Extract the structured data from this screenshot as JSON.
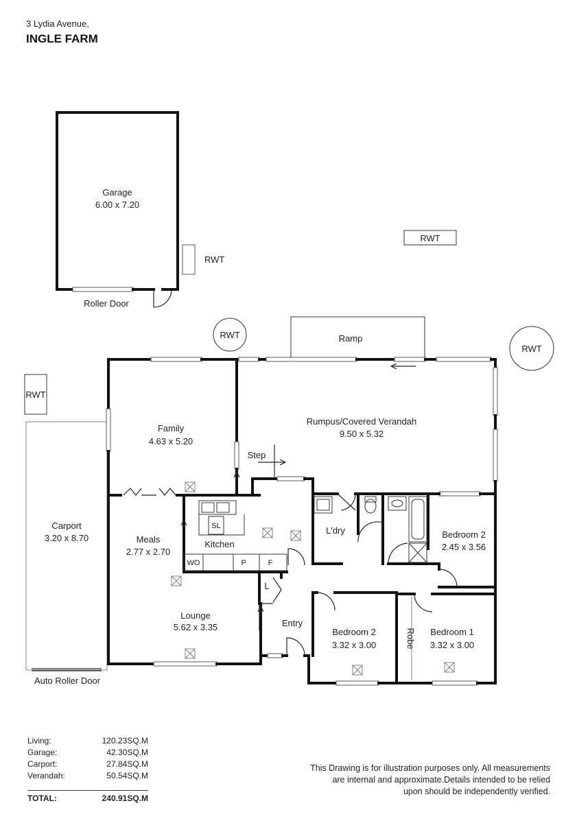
{
  "header": {
    "address": "3 Lydia Avenue,",
    "suburb": "INGLE FARM"
  },
  "rooms": {
    "garage": {
      "name": "Garage",
      "size": "6.00 x 7.20"
    },
    "rumpus": {
      "name": "Rumpus/Covered Verandah",
      "size": "9.50 x 5.32"
    },
    "family": {
      "name": "Family",
      "size": "4.63 x 5.20"
    },
    "carport": {
      "name": "Carport",
      "size": "3.20 x 8.70"
    },
    "meals": {
      "name": "Meals",
      "size": "2.77 x 2.70"
    },
    "kitchen": {
      "name": "Kitchen"
    },
    "lounge": {
      "name": "Lounge",
      "size": "5.62 x 3.35"
    },
    "entry": {
      "name": "Entry"
    },
    "laundry": {
      "name": "L'dry"
    },
    "bedroom_2a": {
      "name": "Bedroom 2",
      "size": "2.45 x 3.56"
    },
    "bedroom_2b": {
      "name": "Bedroom 2",
      "size": "3.32 x 3.00"
    },
    "bedroom_1": {
      "name": "Bedroom 1",
      "size": "3.32 x 3.00"
    },
    "robe": {
      "name": "Robe"
    },
    "ramp": {
      "name": "Ramp"
    },
    "step": {
      "name": "Step"
    }
  },
  "labels": {
    "roller_door": "Roller Door",
    "auto_roller_door": "Auto Roller Door",
    "rwt": "RWT",
    "sink": "SL",
    "wall_oven": "WO",
    "pantry": "P",
    "fridge": "F",
    "linen": "L"
  },
  "areas": [
    {
      "label": "Living:",
      "value": "120.23SQ.M"
    },
    {
      "label": "Garage:",
      "value": "42.30SQ.M"
    },
    {
      "label": "Carport:",
      "value": "27.84SQ.M"
    },
    {
      "label": "Verandah:",
      "value": "50.54SQ.M"
    }
  ],
  "total": {
    "label": "TOTAL:",
    "value": "240.91SQ.M"
  },
  "disclaimer": {
    "line1": "This Drawing is for illustration purposes only. All measurements",
    "line2": "are internal and approximate.Details intended to be relied",
    "line3": "upon should be independently verified."
  }
}
